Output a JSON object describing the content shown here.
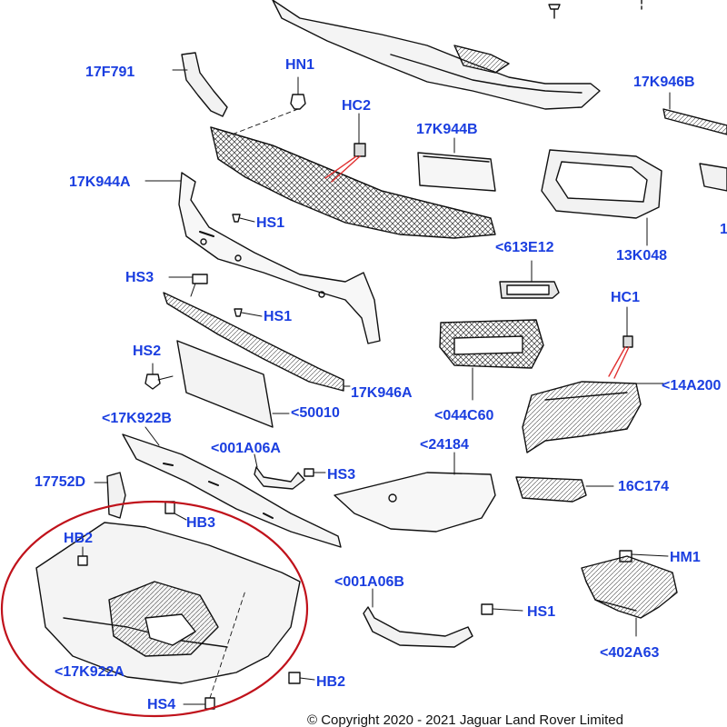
{
  "diagram": {
    "labels": {
      "l_17F791": "17F791",
      "l_HN1": "HN1",
      "l_HC2": "HC2",
      "l_17K944B_1": "17K944B",
      "l_17K946B": "17K946B",
      "l_17K944A": "17K944A",
      "l_HS1_a": "HS1",
      "l_613E12": "<613E12",
      "l_13K048": "13K048",
      "l_HS3_a": "HS3",
      "l_HS1_b": "HS1",
      "l_HC1": "HC1",
      "l_HS2": "HS2",
      "l_17K946A": "17K946A",
      "l_14A200": "<14A200",
      "l_50010": "<50010",
      "l_044C60": "<044C60",
      "l_17K922B": "<17K922B",
      "l_24184": "<24184",
      "l_001A06A": "<001A06A",
      "l_HS3_b": "HS3",
      "l_17752D": "17752D",
      "l_16C174": "16C174",
      "l_HB3": "HB3",
      "l_HB2_a": "HB2",
      "l_HM1": "HM1",
      "l_001A06B": "<001A06B",
      "l_HS1_c": "HS1",
      "l_17K922A": "<17K922A",
      "l_402A63": "<402A63",
      "l_HB2_b": "HB2",
      "l_HS4": "HS4",
      "l_edge": "1"
    },
    "copyright": "© Copyright 2020 - 2021 Jaguar Land Rover Limited",
    "highlight_color": "#c0121b",
    "label_color": "#1a3ee0",
    "leader_color": "#e03030"
  }
}
